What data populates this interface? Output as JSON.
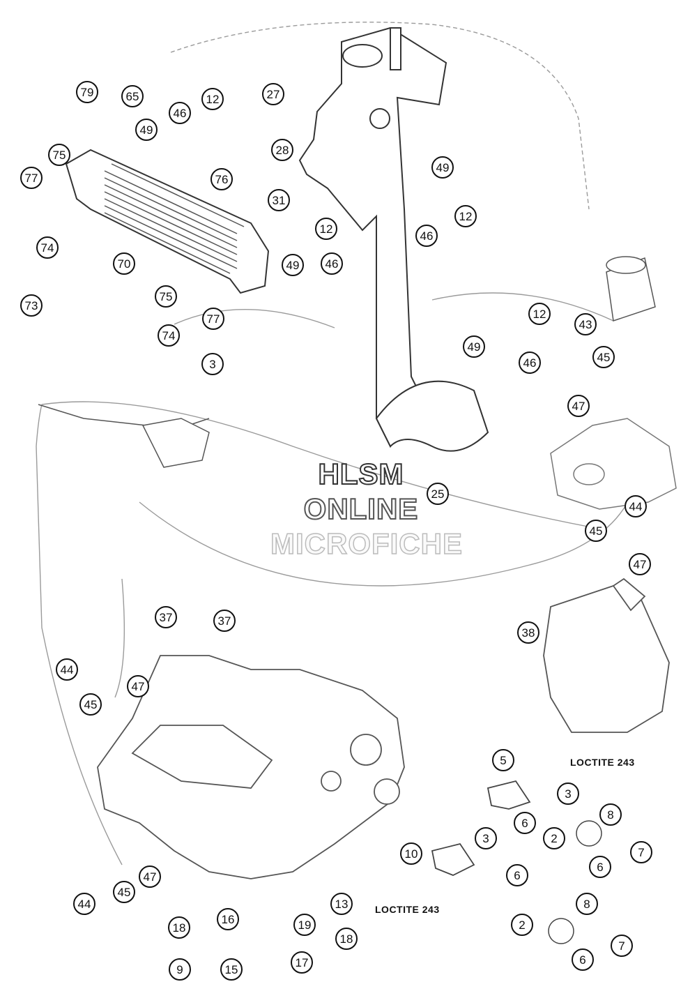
{
  "watermark": {
    "line1": "HLSM",
    "line2": "ONLINE",
    "line3": "MICROFICHE"
  },
  "notes": {
    "loctite_upper": "LOCTITE 243",
    "loctite_lower": "LOCTITE 243"
  },
  "callouts": [
    "79",
    "65",
    "12",
    "46",
    "49",
    "27",
    "28",
    "49",
    "75",
    "77",
    "76",
    "31",
    "12",
    "12",
    "46",
    "74",
    "70",
    "49",
    "46",
    "73",
    "75",
    "77",
    "74",
    "3",
    "12",
    "43",
    "49",
    "46",
    "45",
    "47",
    "25",
    "44",
    "45",
    "47",
    "37",
    "37",
    "38",
    "44",
    "45",
    "47",
    "5",
    "3",
    "8",
    "6",
    "2",
    "7",
    "10",
    "3",
    "6",
    "6",
    "44",
    "45",
    "47",
    "13",
    "18",
    "16",
    "19",
    "18",
    "9",
    "15",
    "17",
    "8",
    "2",
    "7",
    "6"
  ]
}
